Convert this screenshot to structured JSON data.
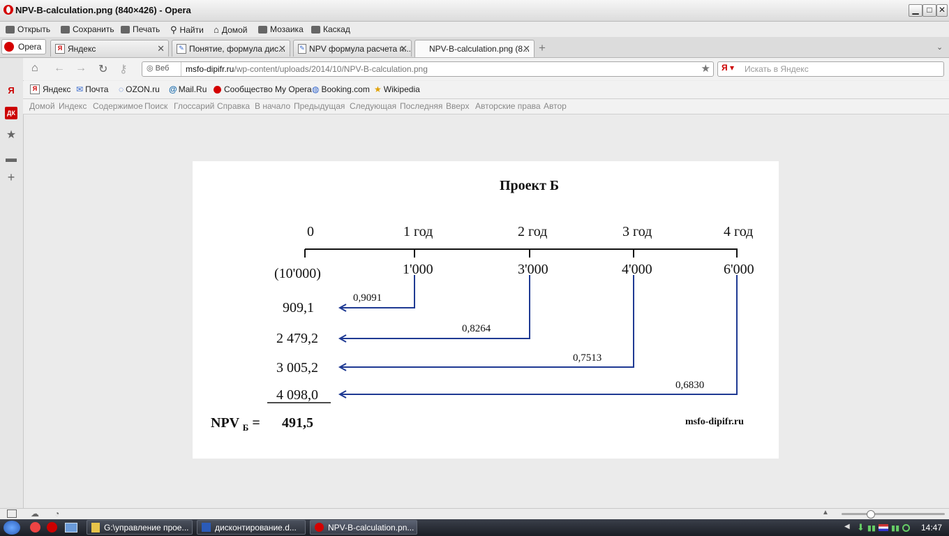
{
  "window": {
    "title": "NPV-B-calculation.png (840×426) - Opera",
    "minimize_glyph": "▁",
    "maximize_glyph": "□",
    "close_glyph": "✕"
  },
  "menu": {
    "open": "Открыть",
    "save": "Сохранить",
    "print": "Печать",
    "find": "Найти",
    "home": "Домой",
    "tile": "Мозаика",
    "cascade": "Каскад"
  },
  "tabs": {
    "opera_menu": "Opera",
    "items": [
      {
        "label": "Яндекс",
        "close": "✕"
      },
      {
        "label": "Понятие, формула дис...",
        "close": "✕"
      },
      {
        "label": "NPV формула расчета п...",
        "close": "✕"
      },
      {
        "label": "NPV-B-calculation.png (8...",
        "close": "✕"
      }
    ],
    "new_tab": "+"
  },
  "address": {
    "badge": "Веб",
    "url_host": "msfo-dipifr.ru",
    "url_path": "/wp-content/uploads/2014/10/NPV-B-calculation.png",
    "search_placeholder": "Искать в Яндекс"
  },
  "bookmarks": [
    "Яндекс",
    "Почта",
    "OZON.ru",
    "Mail.Ru",
    "Сообщество My Opera",
    "Booking.com",
    "Wikipedia"
  ],
  "navbar": [
    "Домой",
    "Индекс",
    "Содержимое",
    "Поиск",
    "Глоссарий",
    "Справка",
    "В начало",
    "Предыдущая",
    "Следующая",
    "Последняя",
    "Вверх",
    "Авторские права",
    "Автор"
  ],
  "image": {
    "title": "Проект Б",
    "years": [
      "0",
      "1  год",
      "2  год",
      "3  год",
      "4  год"
    ],
    "cashflows": [
      "(10'000)",
      "1'000",
      "3'000",
      "4'000",
      "6'000"
    ],
    "factors": [
      "0,9091",
      "0,8264",
      "0,7513",
      "0,6830"
    ],
    "present_values": [
      "909,1",
      "2 479,2",
      "3 005,2",
      "4 098,0"
    ],
    "npv_label": "NPV",
    "npv_sub": "Б",
    "npv_eq": "=",
    "npv_value": "491,5",
    "watermark": "msfo-dipifr.ru",
    "line_color": "#1f3a93"
  },
  "taskbar": {
    "items": [
      "G:\\управление прое...",
      "дисконтирование.d...",
      "NPV-B-calculation.pn..."
    ],
    "clock": "14:47"
  }
}
